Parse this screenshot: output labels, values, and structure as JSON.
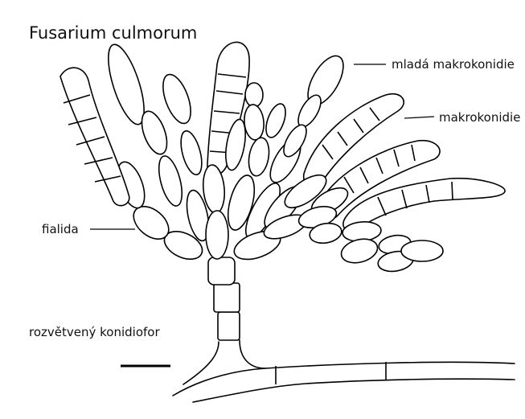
{
  "title": "Fusarium culmorum",
  "labels": {
    "young_macroconidium": "mladá makrokonidie",
    "macroconidium": "makrokonidie",
    "phialide": "fialida",
    "branched_conidiophore": "rozvětvený konidiofor"
  }
}
